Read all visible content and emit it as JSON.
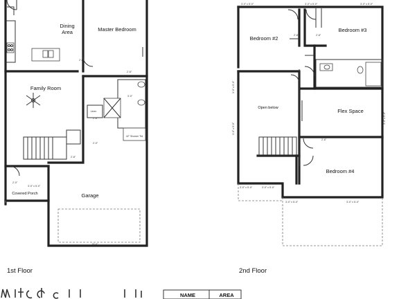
{
  "floors": [
    {
      "title": "1st Floor",
      "rooms": {
        "dining": [
          "Dining",
          "Area"
        ],
        "master_bedroom": "Master Bedroom",
        "family_room": "Family Room",
        "garage": "Garage",
        "covered_porch": "Covered Porch",
        "linen": "Linen",
        "shower": "42\" Shower Ttd"
      },
      "dims": {
        "d1": "2'-0\"",
        "d2": "2'-8\"",
        "d3": "2'-6\"",
        "d4": "3'-0\"",
        "d5": "2'-6\"",
        "d6": "2'-8\"",
        "d7": "2'-0\"",
        "d8": "3'-0\" x 5'-0\"",
        "d9": "16'-0\""
      }
    },
    {
      "title": "2nd Floor",
      "rooms": {
        "bedroom2": "Bedroom #2",
        "bedroom3": "Bedroom #3",
        "open_below": "Open below",
        "flex_space": "Flex Space",
        "bedroom4": "Bedroom #4"
      },
      "dims": {
        "w1": "3'-0\" x 5'-0\"",
        "w2": "3'-0\" x 5'-0\"",
        "w3": "3'-0\" x 5'-0\"",
        "w4": "3'-0\" x 5'-0\"",
        "w5": "3'-0\" x 5'-0\"",
        "w6": "3'-0\" x 5'-0\"",
        "w7": "3'-0\" x 5'-0\"",
        "w8": "3'-0\" x 5'-0\"",
        "w9": "3'-0\" x 5'-0\"",
        "w10": "3'-0\" x 5'-0\"",
        "d1": "2'-8\"",
        "d2": "2'-8\"",
        "d3": "2'-6\""
      }
    }
  ],
  "table": {
    "headers": [
      "NAME",
      "AREA"
    ]
  },
  "colors": {
    "wall": "#222222",
    "background": "#ffffff"
  }
}
